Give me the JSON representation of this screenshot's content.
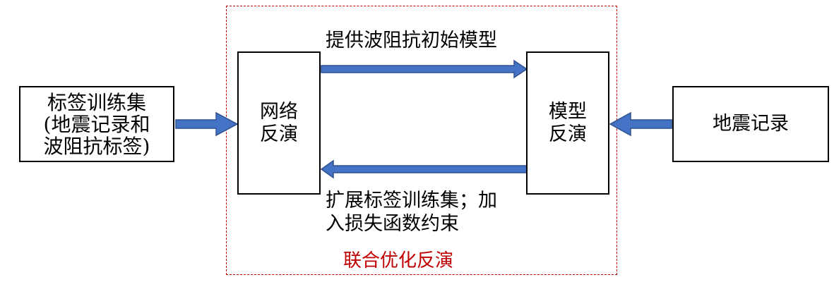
{
  "boxes": {
    "input": "标签训练集\n(地震记录和\n波阻抗标签)",
    "network": "网络\n反演",
    "model": "模型\n反演",
    "seismic": "地震记录"
  },
  "labels": {
    "forward": "提供波阻抗初始模型",
    "backward": "扩展标签训练集；加\n入损失函数约束",
    "joint": "联合优化反演"
  },
  "colors": {
    "arrow_fill": "#4472c4",
    "arrow_stroke": "#2f528f",
    "dashed_border": "#c00000",
    "joint_label": "#c00000"
  }
}
